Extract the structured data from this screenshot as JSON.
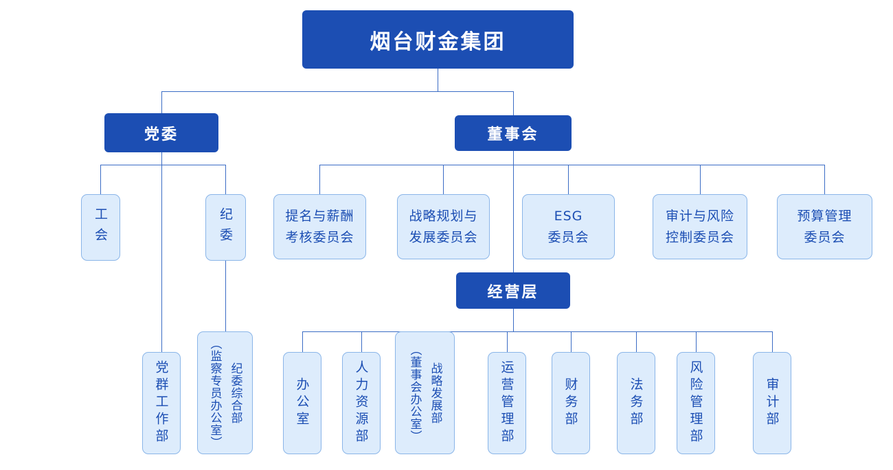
{
  "chart": {
    "root": "烟台财金集团",
    "party": "党委",
    "board": "董事会",
    "management": "经营层",
    "party_units": [
      "工会",
      "纪委"
    ],
    "party_departments": [
      "党群工作部",
      "纪委综合部\n（监察专员办公室）"
    ],
    "board_committees": [
      "提名与薪酬\n考核委员会",
      "战略规划与\n发展委员会",
      "ESG\n委员会",
      "审计与风险\n控制委员会",
      "预算管理\n委员会"
    ],
    "management_departments": [
      "办公室",
      "人力资源部",
      "战略发展部\n（董事会办公室）",
      "运营管理部",
      "财务部",
      "法务部",
      "风险管理部",
      "审计部"
    ]
  },
  "colors": {
    "primary_blue": "#1c4eb3",
    "light_fill": "#ddecfc",
    "light_border": "#8ab5e8",
    "text_blue": "#1c4eb3",
    "line_blue": "#3b6cc5"
  }
}
